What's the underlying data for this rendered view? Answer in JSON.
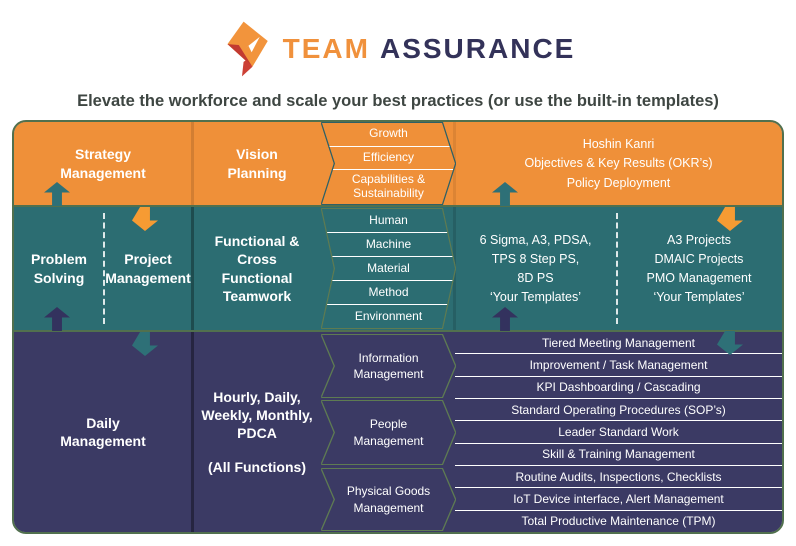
{
  "logo": {
    "team": "TEAM",
    "assurance": "ASSURANCE"
  },
  "tagline": "Elevate the workforce and scale your best practices (or use the built-in templates)",
  "colors": {
    "orange": "#EF9039",
    "teal": "#2C6D72",
    "navy": "#3B3A64",
    "logo_red": "#C23A31",
    "outline_olive": "#51704E",
    "outline_dark_teal": "#2E6066",
    "tagline_gray": "#3E4642",
    "text_white": "#FFFFFF"
  },
  "strategy_band": {
    "col1": "Strategy Management",
    "col2": "Vision Planning",
    "chevron_rows": [
      "Growth",
      "Efficiency",
      "Capabilities & Sustainability"
    ],
    "right_lines": [
      "Hoshin Kanri",
      "Objectives & Key Results (OKR’s)",
      "Policy Deployment"
    ]
  },
  "team_band": {
    "col1a": "Problem Solving",
    "col1b": "Project Management",
    "col2": "Functional & Cross Functional Teamwork",
    "chevron_rows": [
      "Human",
      "Machine",
      "Material",
      "Method",
      "Environment"
    ],
    "templates_left": [
      "6 Sigma, A3, PDSA,",
      "TPS 8 Step PS,",
      "8D PS",
      "‘Your Templates’"
    ],
    "templates_right": [
      "A3 Projects",
      "DMAIC Projects",
      "PMO Management",
      "‘Your Templates’"
    ]
  },
  "daily_band": {
    "col1": "Daily Management",
    "col2_main": "Hourly, Daily, Weekly, Monthly, PDCA",
    "col2_sub": "(All Functions)",
    "groups": [
      {
        "label": "Information Management",
        "rows": [
          "Tiered Meeting Management",
          "Improvement / Task Management",
          "KPI Dashboarding / Cascading"
        ]
      },
      {
        "label": "People Management",
        "rows": [
          "Standard Operating Procedures (SOP’s)",
          "Leader Standard Work",
          "Skill & Training Management"
        ]
      },
      {
        "label": "Physical Goods Management",
        "rows": [
          "Routine Audits, Inspections, Checklists",
          "IoT Device interface, Alert Management",
          "Total Productive Maintenance (TPM)"
        ]
      }
    ]
  }
}
